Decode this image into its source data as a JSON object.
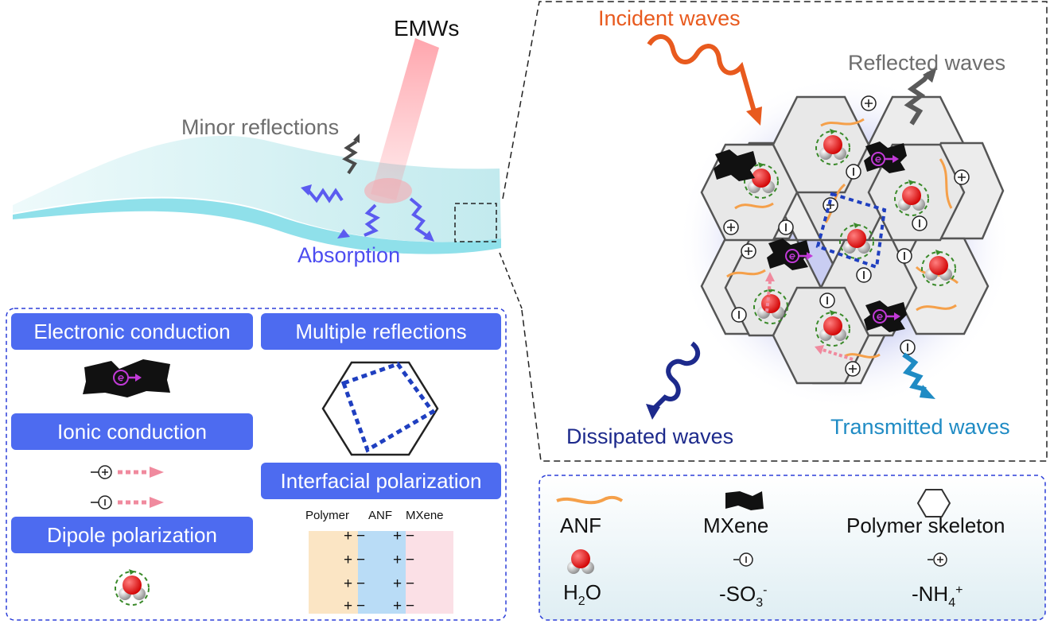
{
  "labels": {
    "emws": "EMWs",
    "minor_reflections": "Minor reflections",
    "absorption": "Absorption",
    "incident_waves": "Incident waves",
    "reflected_waves": "Reflected waves",
    "dissipated_waves": "Dissipated waves",
    "transmitted_waves": "Transmitted waves"
  },
  "mechanisms": {
    "electronic_conduction": "Electronic conduction",
    "multiple_reflections": "Multiple reflections",
    "ionic_conduction": "Ionic conduction",
    "dipole_polarization": "Dipole polarization",
    "interfacial_polarization": "Interfacial polarization"
  },
  "interface": {
    "polymer": "Polymer",
    "anf": "ANF",
    "mxene": "MXene",
    "plus": "+",
    "minus": "−"
  },
  "charges": {
    "plus": "+",
    "minus": "−",
    "electron": "e"
  },
  "legend": {
    "anf": "ANF",
    "mxene": "MXene",
    "polymer_skeleton": "Polymer skeleton",
    "h2o_h": "H",
    "h2o_sub": "2",
    "h2o_o": "O",
    "so3_pre": "-SO",
    "so3_sub": "3",
    "so3_sup": "-",
    "nh4_pre": "-NH",
    "nh4_sub": "4",
    "nh4_sup": "+"
  },
  "colors": {
    "accent_blue": "#4d6bf0",
    "incident": "#e85a1e",
    "reflected": "#6d6d6d",
    "dissipated": "#1d2a8c",
    "transmitted": "#1f8bc4",
    "anf_orange": "#f5a04a",
    "water_red": "#e21d1d",
    "dipole_green": "#3a8a2a",
    "electron_magenta": "#c23ad8",
    "film_cyan": "#9fe3ea",
    "polymer_band": "#fbe5c4",
    "anf_band": "#b9dcf6",
    "mxene_band": "#fbe0e6"
  }
}
